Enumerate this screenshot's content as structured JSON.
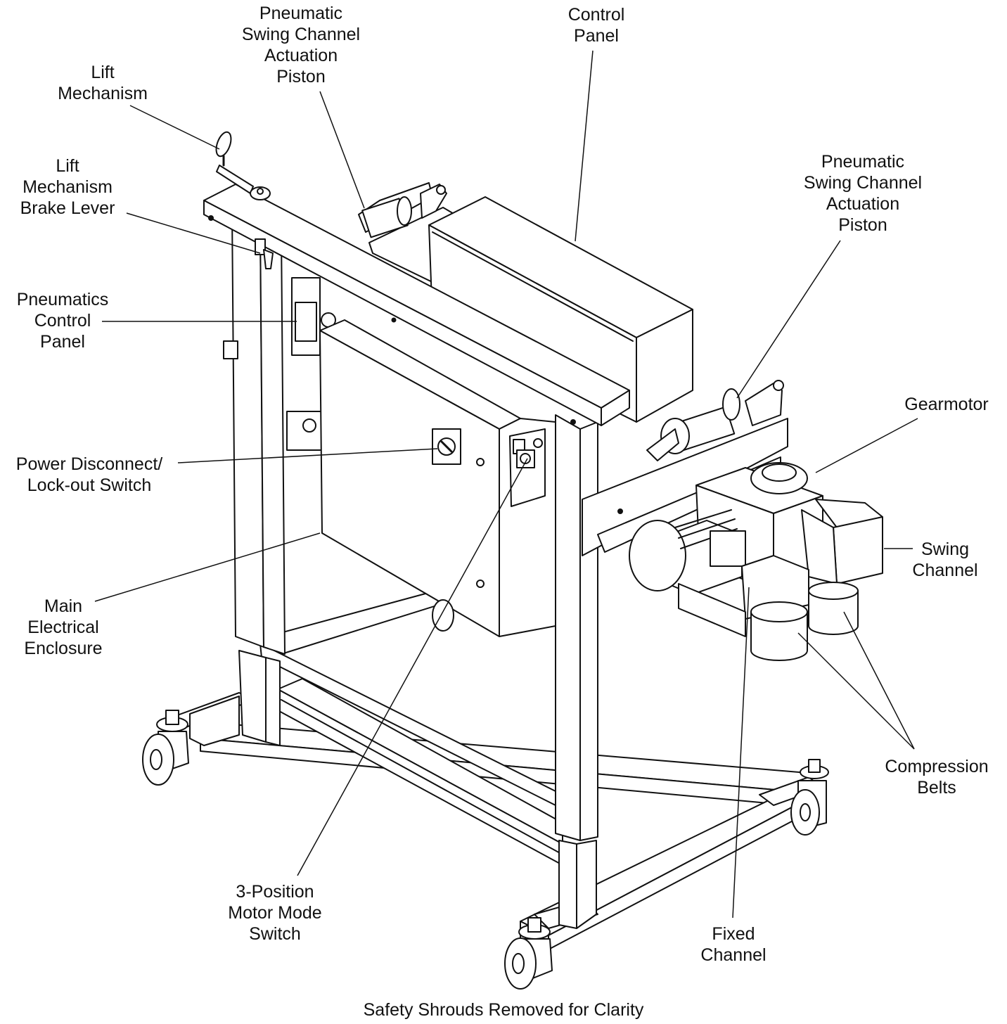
{
  "colors": {
    "ink": "#111111",
    "fill": "#ffffff",
    "shade": "#dedede"
  },
  "labels": {
    "lift_mechanism": [
      "Lift",
      "Mechanism"
    ],
    "swing_piston_left": [
      "Pneumatic",
      "Swing Channel",
      "Actuation",
      "Piston"
    ],
    "control_panel": [
      "Control",
      "Panel"
    ],
    "brake_lever": [
      "Lift",
      "Mechanism",
      "Brake Lever"
    ],
    "pneumatics_panel": [
      "Pneumatics",
      "Control",
      "Panel"
    ],
    "swing_piston_right": [
      "Pneumatic",
      "Swing Channel",
      "Actuation",
      "Piston"
    ],
    "gearmotor": [
      "Gearmotor"
    ],
    "power_disconnect": [
      "Power Disconnect/",
      "Lock-out Switch"
    ],
    "swing_channel": [
      "Swing",
      "Channel"
    ],
    "main_enclosure": [
      "Main",
      "Electrical",
      "Enclosure"
    ],
    "compression_belts": [
      "Compression",
      "Belts"
    ],
    "motor_mode_switch": [
      "3-Position",
      "Motor Mode",
      "Switch"
    ],
    "fixed_channel": [
      "Fixed",
      "Channel"
    ]
  },
  "caption": "Safety Shrouds Removed for Clarity"
}
